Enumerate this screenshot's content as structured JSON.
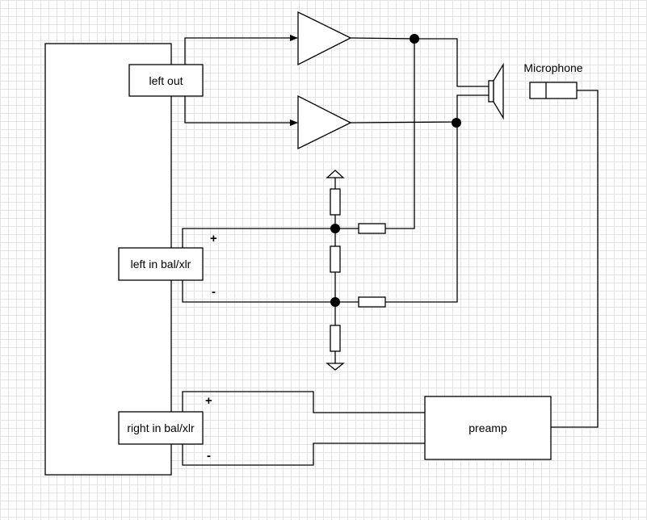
{
  "labels": {
    "left_out": "left out",
    "left_in": "left in bal/xlr",
    "right_in": "right in bal/xlr",
    "preamp": "preamp",
    "microphone": "Microphone",
    "left_plus": "+",
    "left_minus": "-",
    "right_plus": "+",
    "right_minus": "-"
  }
}
